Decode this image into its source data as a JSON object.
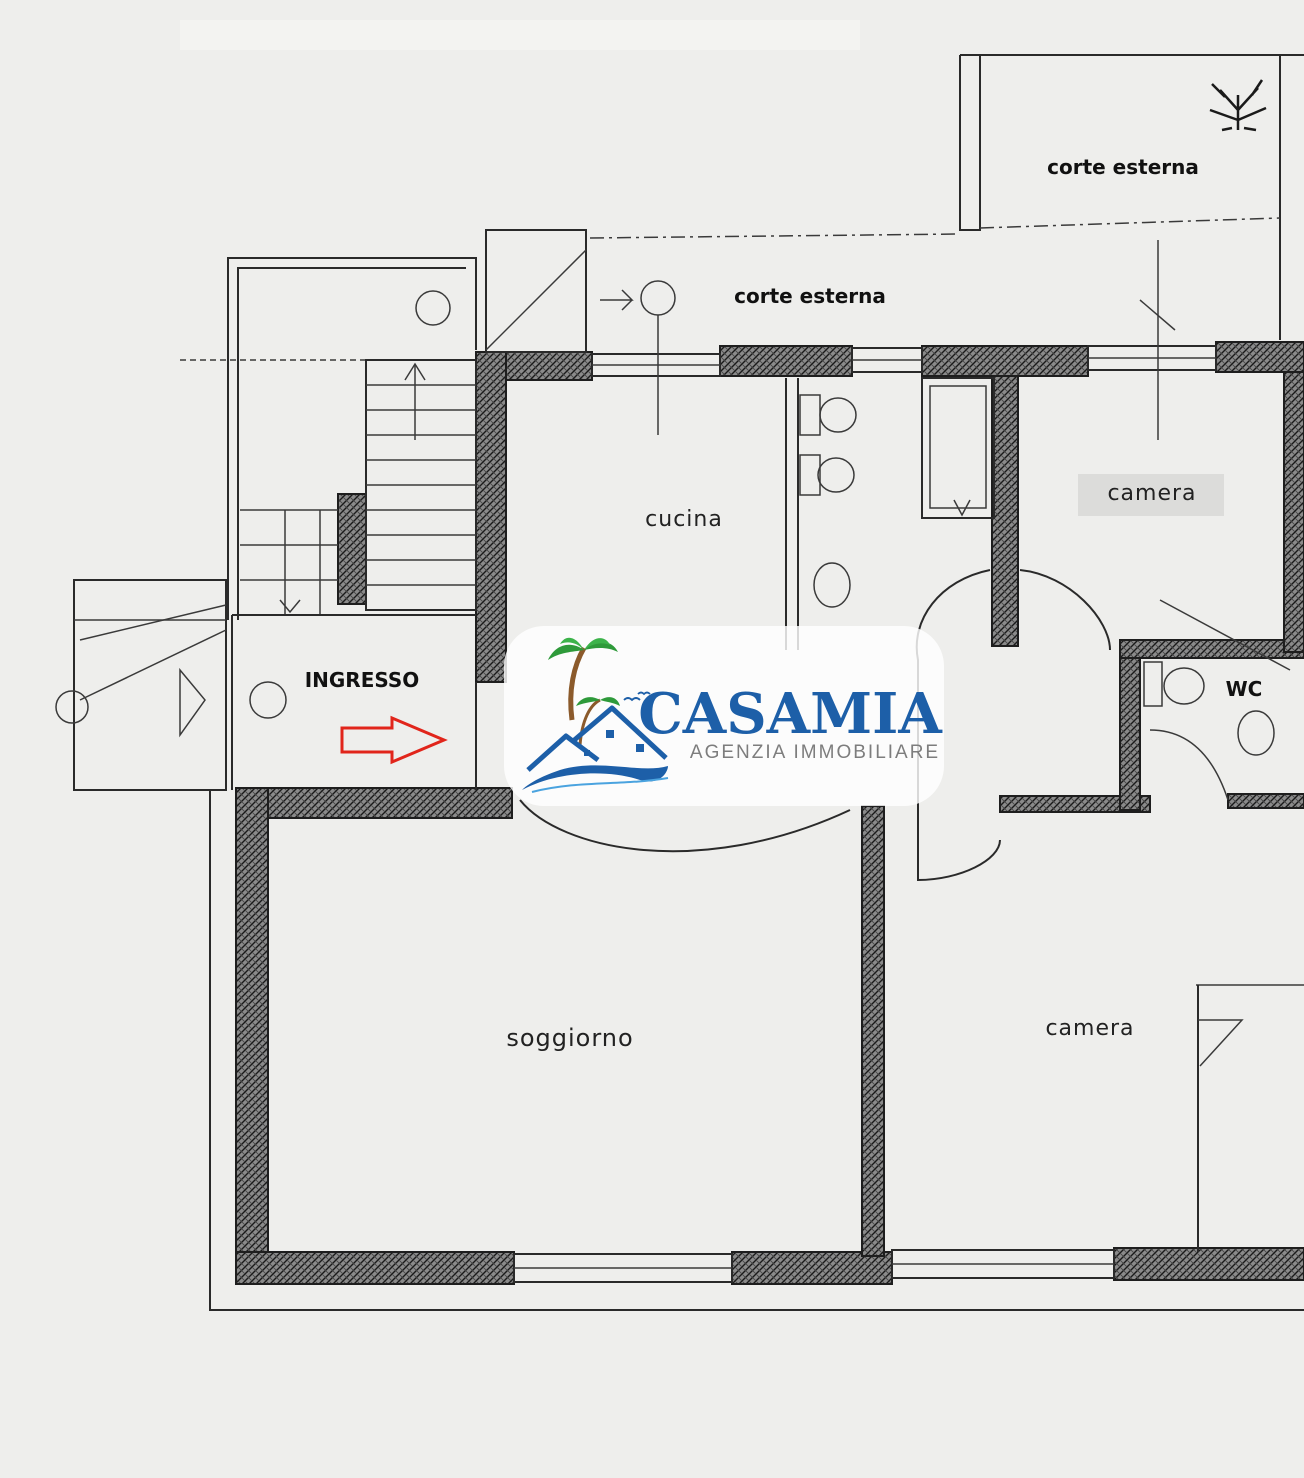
{
  "rooms": {
    "corte_esterna_top": "corte esterna",
    "corte_esterna_mid": "corte esterna",
    "ingresso": "INGRESSO",
    "cucina": "cucina",
    "camera_top": "camera",
    "wc": "WC",
    "soggiorno": "soggiorno",
    "camera_bottom": "camera"
  },
  "logo": {
    "name": "CASAMIA",
    "tagline": "AGENZIA IMMOBILIARE"
  },
  "colors": {
    "paper": "#eeeeec",
    "ink": "#1e1e1e",
    "arrow": "#e1251b",
    "logo_blue": "#1d5fa8",
    "logo_green": "#2e9a3a",
    "logo_grey": "#7d7d7d"
  },
  "icons": [
    "entrance-arrow-icon",
    "palm-tree-icon",
    "house-roof-icon",
    "wave-icon",
    "birds-icon",
    "tree-icon"
  ]
}
